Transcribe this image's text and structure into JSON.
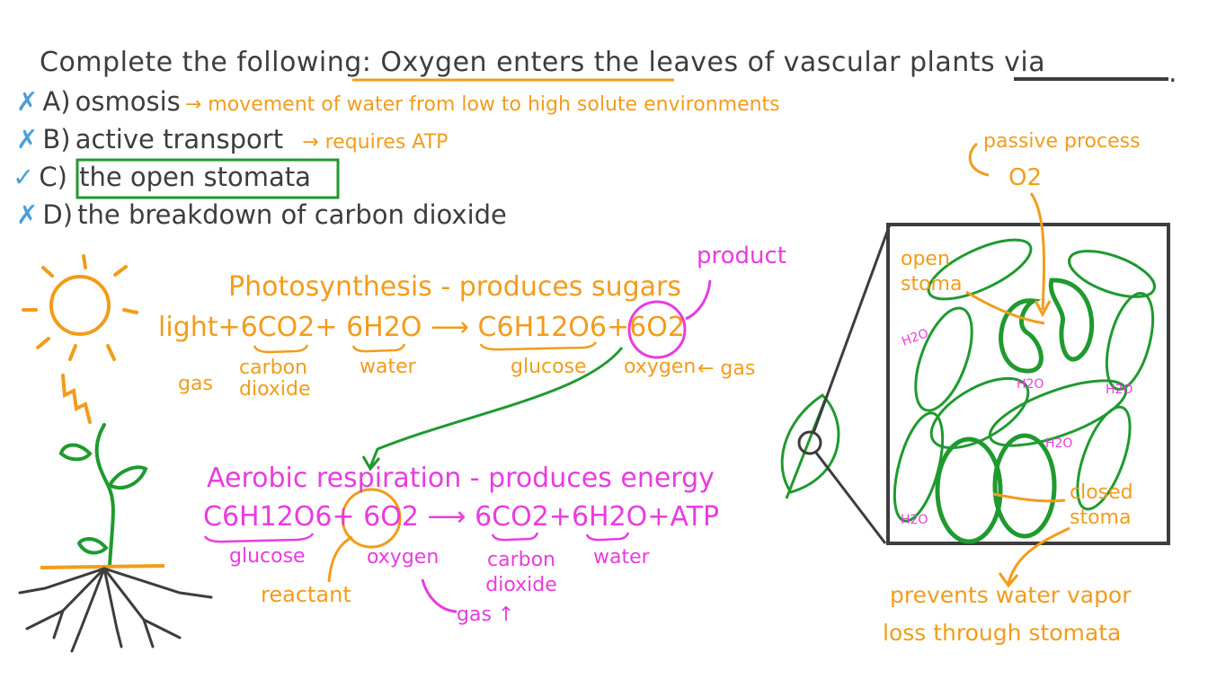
{
  "colors": {
    "dark": "#3d3d3d",
    "orange": "#f29c1b",
    "pink": "#e83ce0",
    "blue": "#4b9fd9",
    "green": "#1f9a2f"
  },
  "question": {
    "prefix": "Complete the following:",
    "underlined": "Oxygen enters the leaves",
    "suffix": "of vascular plants via",
    "blank": "_______."
  },
  "options": [
    {
      "mark": "✗",
      "letter": "A)",
      "text": "osmosis",
      "note": "→ movement of water from low to high solute environments",
      "correct": false
    },
    {
      "mark": "✗",
      "letter": "B)",
      "text": "active transport",
      "note": "→ requires ATP",
      "correct": false
    },
    {
      "mark": "✓",
      "letter": "C)",
      "text": "the open stomata",
      "note": "",
      "correct": true
    },
    {
      "mark": "✗",
      "letter": "D)",
      "text": "the breakdown of carbon dioxide",
      "note": "",
      "correct": false
    }
  ],
  "photosynthesis": {
    "title": "Photosynthesis - produces sugars",
    "equation": [
      "light",
      "+",
      "6CO2",
      "+",
      "6H2O",
      "⟶",
      "C6H12O6",
      "+",
      "6O2"
    ],
    "labels": {
      "co2": "carbon dioxide",
      "h2o": "water",
      "glucose": "glucose",
      "oxygen": "oxygen",
      "gas_left": "gas",
      "gas_right": "← gas",
      "product": "product"
    }
  },
  "respiration": {
    "title": "Aerobic respiration - produces energy",
    "equation": [
      "C6H12O6",
      "+",
      "6O2",
      "⟶",
      "6CO2",
      "+",
      "6H2O",
      "+",
      "ATP"
    ],
    "labels": {
      "glucose": "glucose",
      "oxygen": "oxygen",
      "co2": "carbon dioxide",
      "water": "water",
      "reactant": "reactant",
      "gas": "gas ↑"
    }
  },
  "leaf_diagram": {
    "passive": "passive process",
    "o2": "O2",
    "open_stoma": "open stoma",
    "closed_stoma": "closed stoma",
    "h2o": "H2O",
    "prevents": "prevents water vapor",
    "prevents2": "loss through stomata"
  }
}
